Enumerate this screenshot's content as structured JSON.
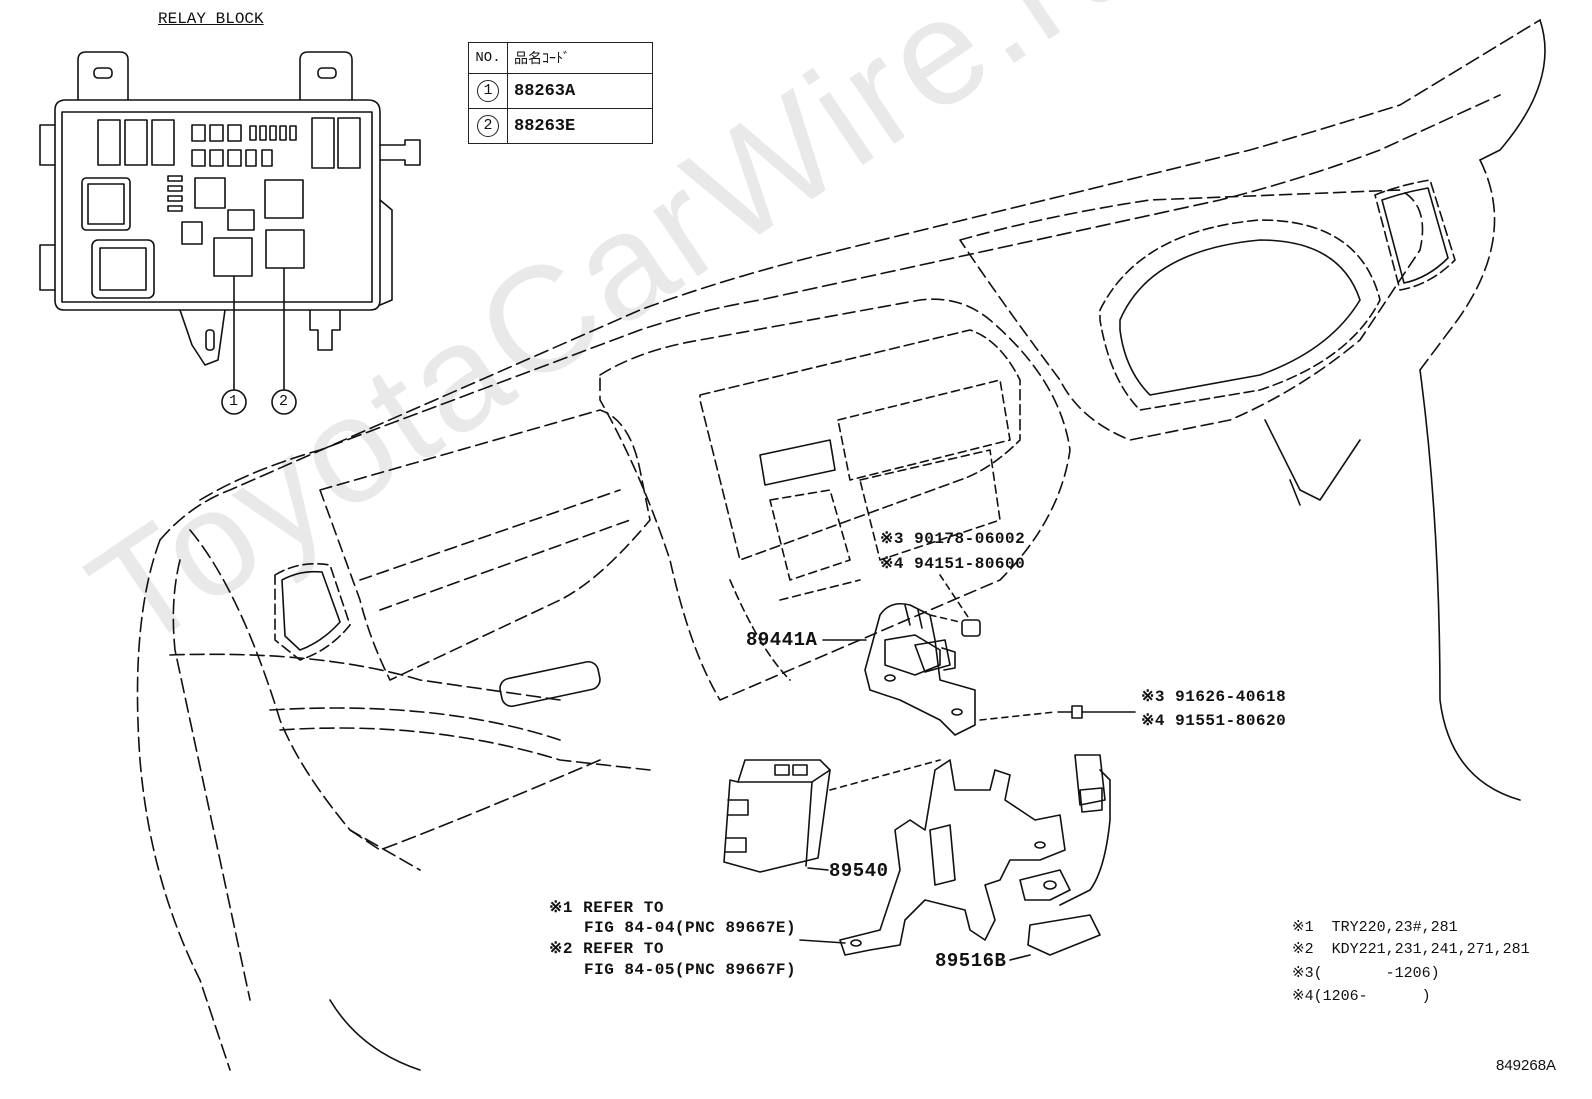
{
  "relay_block": {
    "title": "RELAY BLOCK",
    "callouts": [
      "1",
      "2"
    ]
  },
  "table": {
    "header": {
      "no": "NO.",
      "code": "品名ｺｰﾄﾞ"
    },
    "rows": [
      {
        "no": "1",
        "code": "88263A"
      },
      {
        "no": "2",
        "code": "88263E"
      }
    ]
  },
  "parts": {
    "p89441A": "89441A",
    "p89540": "89540",
    "p89516B": "89516B",
    "bolt_a3": "※3 90178-06002",
    "bolt_a4": "※4 94151-80600",
    "bolt_b3": "※3 91626-40618",
    "bolt_b4": "※4 91551-80620"
  },
  "refs": {
    "r1_line1": "※1 REFER TO",
    "r1_line2": "FIG 84-04(PNC 89667E)",
    "r2_line1": "※2 REFER TO",
    "r2_line2": "FIG 84-05(PNC 89667F)"
  },
  "legend": {
    "n1": "※1  TRY220,23#,281",
    "n2": "※2  KDY221,231,241,271,281",
    "n3": "※3(       -1206)",
    "n4": "※4(1206-      )"
  },
  "watermark": "ToyotaCarWire.ru",
  "figure_code": "849268A"
}
